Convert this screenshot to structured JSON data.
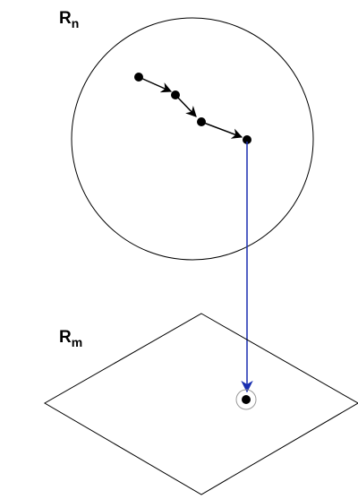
{
  "labels": {
    "upper_space": {
      "base": "R",
      "subscript": "n"
    },
    "lower_space": {
      "base": "R",
      "subscript": "m"
    }
  },
  "colors": {
    "stroke": "#000000",
    "projection_arrow": "#1a2fb0",
    "target_ring": "#999999",
    "background": "#ffffff"
  }
}
